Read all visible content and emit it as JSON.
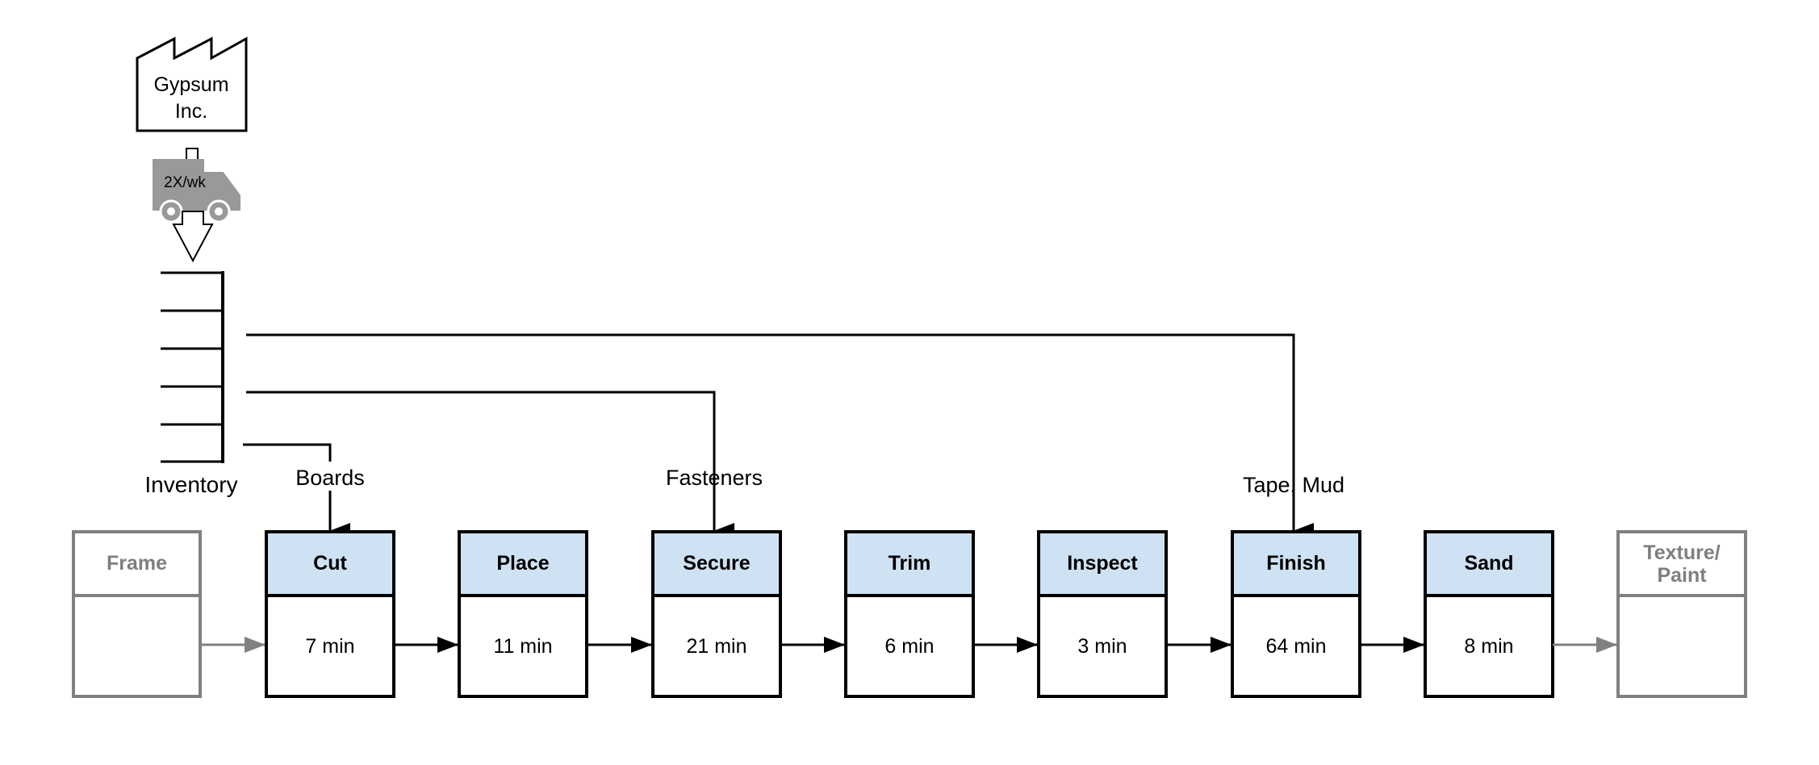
{
  "supplier": {
    "name_line1": "Gypsum",
    "name_line2": "Inc."
  },
  "delivery": {
    "frequency": "2X/wk",
    "icon": "truck-icon"
  },
  "inventory": {
    "label": "Inventory"
  },
  "materials": {
    "boards": "Boards",
    "fasteners": "Fasteners",
    "tape_mud": "Tape, Mud"
  },
  "boundary_steps": {
    "upstream": {
      "title": "Frame"
    },
    "downstream": {
      "title_line1": "Texture/",
      "title_line2": "Paint"
    }
  },
  "process_steps": [
    {
      "title": "Cut",
      "time": "7 min"
    },
    {
      "title": "Place",
      "time": "11 min"
    },
    {
      "title": "Secure",
      "time": "21 min"
    },
    {
      "title": "Trim",
      "time": "6 min"
    },
    {
      "title": "Inspect",
      "time": "3 min"
    },
    {
      "title": "Finish",
      "time": "64 min"
    },
    {
      "title": "Sand",
      "time": "8 min"
    }
  ],
  "colors": {
    "process_header_fill": "#cfe2f3",
    "process_border": "#000000",
    "boundary_border": "#808080",
    "boundary_text": "#7f7f7f",
    "truck_fill": "#999999",
    "line": "#000000",
    "boundary_arrow": "#808080"
  }
}
